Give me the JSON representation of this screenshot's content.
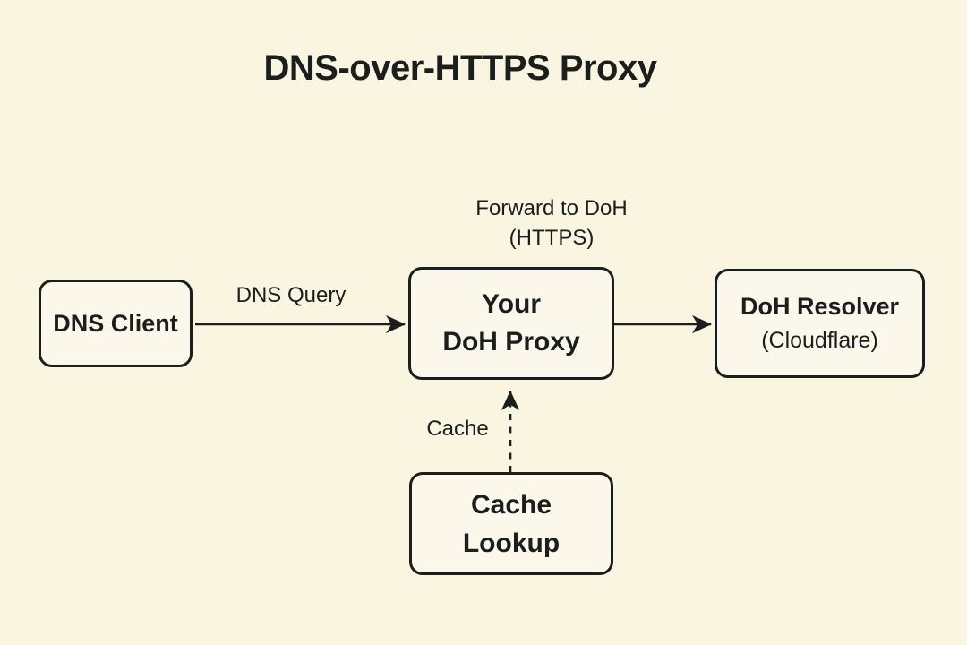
{
  "title": "DNS-over-HTTPS Proxy",
  "nodes": {
    "dns_client": {
      "label": "DNS Client"
    },
    "doh_proxy": {
      "line1": "Your",
      "line2": "DoH Proxy"
    },
    "doh_resolver": {
      "line1": "DoH Resolver",
      "line2": "(Cloudflare)"
    },
    "cache_lookup": {
      "line1": "Cache",
      "line2": "Lookup"
    }
  },
  "edge_labels": {
    "dns_query": "DNS Query",
    "forward_line1": "Forward to DoH",
    "forward_line2": "(HTTPS)",
    "cache": "Cache"
  },
  "edges": [
    {
      "from": "dns_client",
      "to": "doh_proxy",
      "style": "solid",
      "label": "DNS Query"
    },
    {
      "from": "doh_proxy",
      "to": "doh_resolver",
      "style": "solid",
      "label": "Forward to DoH (HTTPS)"
    },
    {
      "from": "cache_lookup",
      "to": "doh_proxy",
      "style": "dashed",
      "label": "Cache"
    }
  ],
  "colors": {
    "background": "#FAF5E1",
    "box_fill": "#FBF8EB",
    "stroke": "#1A1E1C",
    "text": "#1A1E1C"
  }
}
